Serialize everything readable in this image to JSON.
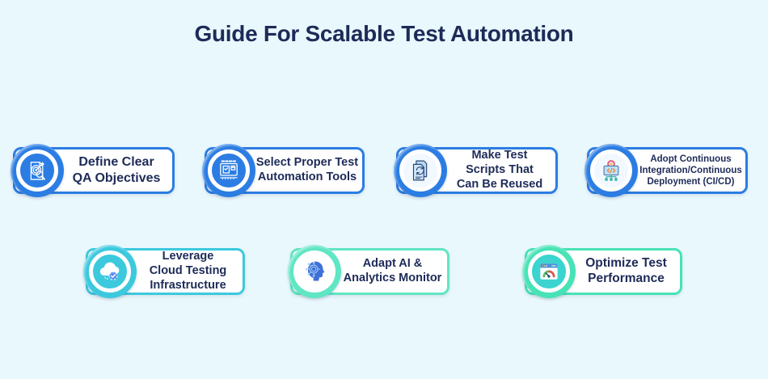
{
  "title": "Guide For Scalable Test Automation",
  "colors": {
    "background": "#e9f8fc",
    "title_text": "#1e2b58",
    "card_text": "#1e2b58",
    "card_background": "#ffffff",
    "blue_accent": "#2b7de3",
    "cyan_accent": "#3cc9de",
    "mint_accent": "#5fe6c3",
    "turquoise_fill": "#3bd4cf"
  },
  "cards": [
    {
      "id": "define-qa-objectives",
      "lines": [
        "Define Clear",
        "QA Objectives"
      ],
      "icon": "document-target-magnifier-icon",
      "accent": "#2b7de3",
      "badge_fill": "#2b7de3"
    },
    {
      "id": "select-automation-tools",
      "lines": [
        "Select Proper Test",
        "Automation Tools"
      ],
      "icon": "test-tools-monitor-icon",
      "accent": "#2b7de3",
      "badge_fill": "#2b7de3"
    },
    {
      "id": "reusable-test-scripts",
      "lines": [
        "Make Test",
        "Scripts That",
        "Can Be Reused"
      ],
      "icon": "reusable-script-icon",
      "accent": "#2b7de3",
      "badge_fill": "#f2f8ff"
    },
    {
      "id": "adopt-cicd",
      "lines": [
        "Adopt Continuous",
        "Integration/Continuous",
        "Deployment (CI/CD)"
      ],
      "icon": "cicd-pipeline-icon",
      "accent": "#2b7de3",
      "badge_fill": "#f2f8ff"
    },
    {
      "id": "cloud-testing-infrastructure",
      "lines": [
        "Leverage",
        "Cloud Testing",
        "Infrastructure"
      ],
      "icon": "cloud-gear-icon",
      "accent": "#3cc9de",
      "badge_fill": "#3cc9de"
    },
    {
      "id": "ai-analytics-monitor",
      "lines": [
        "Adapt AI &",
        "Analytics Monitor"
      ],
      "icon": "ai-head-circuit-icon",
      "accent": "#5fe6c3",
      "badge_fill": "#ffffff"
    },
    {
      "id": "optimize-test-performance",
      "lines": [
        "Optimize Test",
        "Performance"
      ],
      "icon": "speedometer-browser-icon",
      "accent": "#47e3b6",
      "badge_fill": "#3bd4cf"
    }
  ]
}
